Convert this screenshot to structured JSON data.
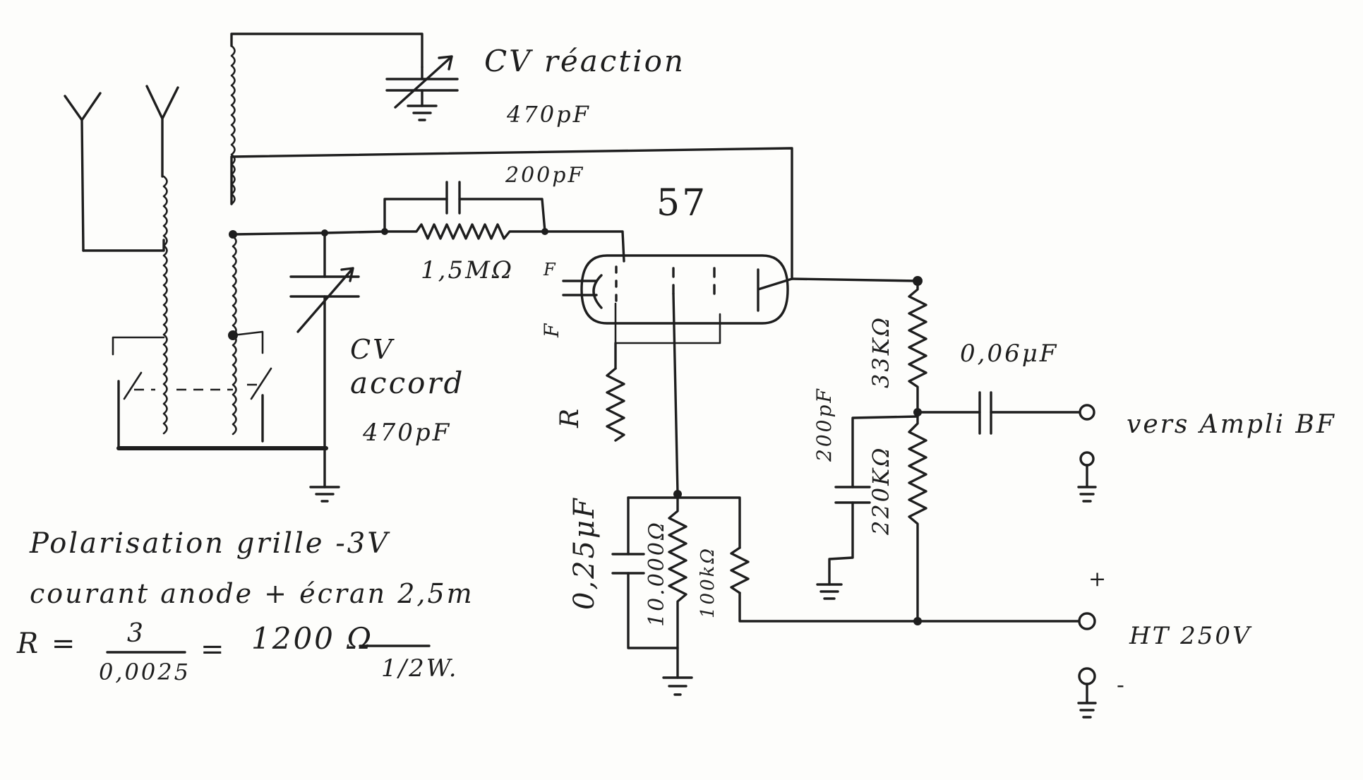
{
  "labels": {
    "cv_reaction": "CV réaction",
    "cv_reaction_value": "470pF",
    "grid_cap": "200pF",
    "tube": "57",
    "grid_leak": "1,5MΩ",
    "filament_f1": "F",
    "filament_f2": "F",
    "cv_accord_1": "CV",
    "cv_accord_2": "accord",
    "cv_accord_value": "470pF",
    "cathode_r": "R",
    "cap_cathode": "0,25μF",
    "res_10k": "10.000Ω",
    "res_100k": "100kΩ",
    "cap_200pf_out": "200pF",
    "res_33k": "33KΩ",
    "res_220k": "220KΩ",
    "coupling_cap": "0,06μF",
    "output_label": "vers Ampli BF",
    "plus": "+",
    "minus": "-",
    "ht_label": "HT 250V",
    "note_1": "Polarisation grille -3V",
    "note_2": "courant anode + écran 2,5m",
    "formula_r": "R =",
    "formula_num": "3",
    "formula_den": "0,0025",
    "formula_eq": "=",
    "formula_result": "1200 Ω",
    "formula_power": "1/2W."
  }
}
